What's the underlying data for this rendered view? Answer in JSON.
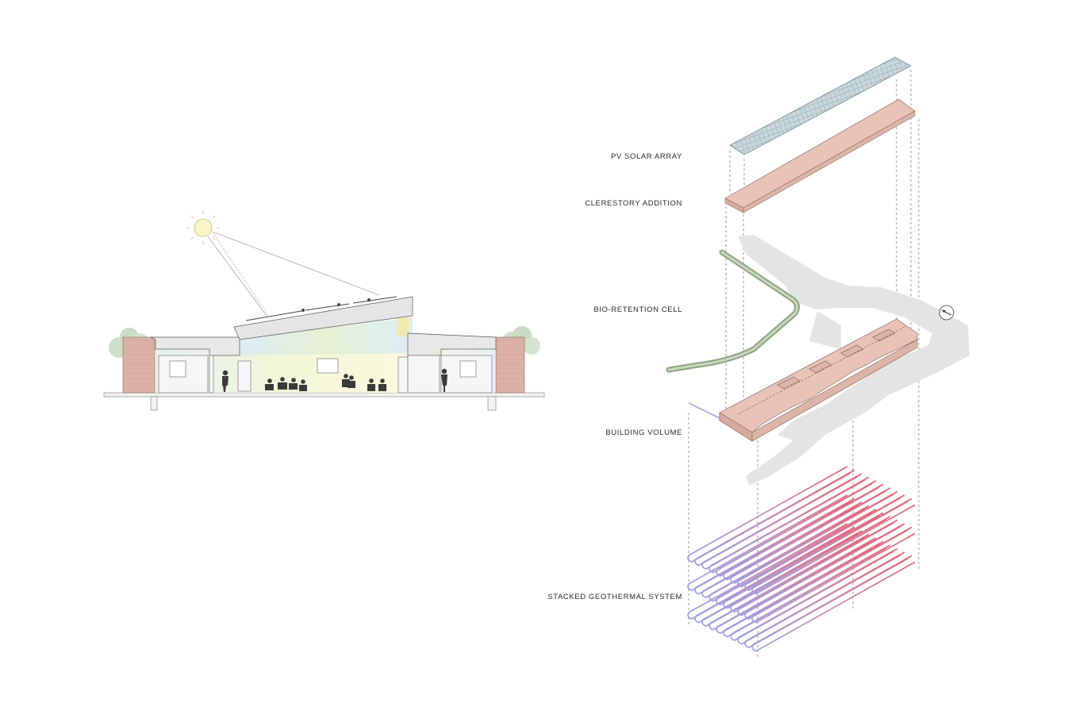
{
  "labels": {
    "pv_solar_array": "PV SOLAR ARRAY",
    "clerestory_addition": "CLERESTORY ADDITION",
    "bio_retention_cell": "BIO-RETENTION CELL",
    "building_volume": "BUILDING VOLUME",
    "stacked_geothermal_system": "STACKED GEOTHERMAL SYSTEM"
  },
  "icons": {
    "sun": "sun-icon",
    "north_arrow": "north-arrow-icon",
    "people": "person-icon"
  },
  "colors": {
    "brick": "#d9aaa0",
    "building_pink": "#e8c3b6",
    "pv_panel": "#b7c8cc",
    "bio_green": "#9db48f",
    "site_gray": "#e4e4e4",
    "geo_cold": "#9a9ee6",
    "geo_hot": "#e8606e",
    "sun_fill": "#fbf6c9",
    "tree_green": "#c9dcc4"
  }
}
